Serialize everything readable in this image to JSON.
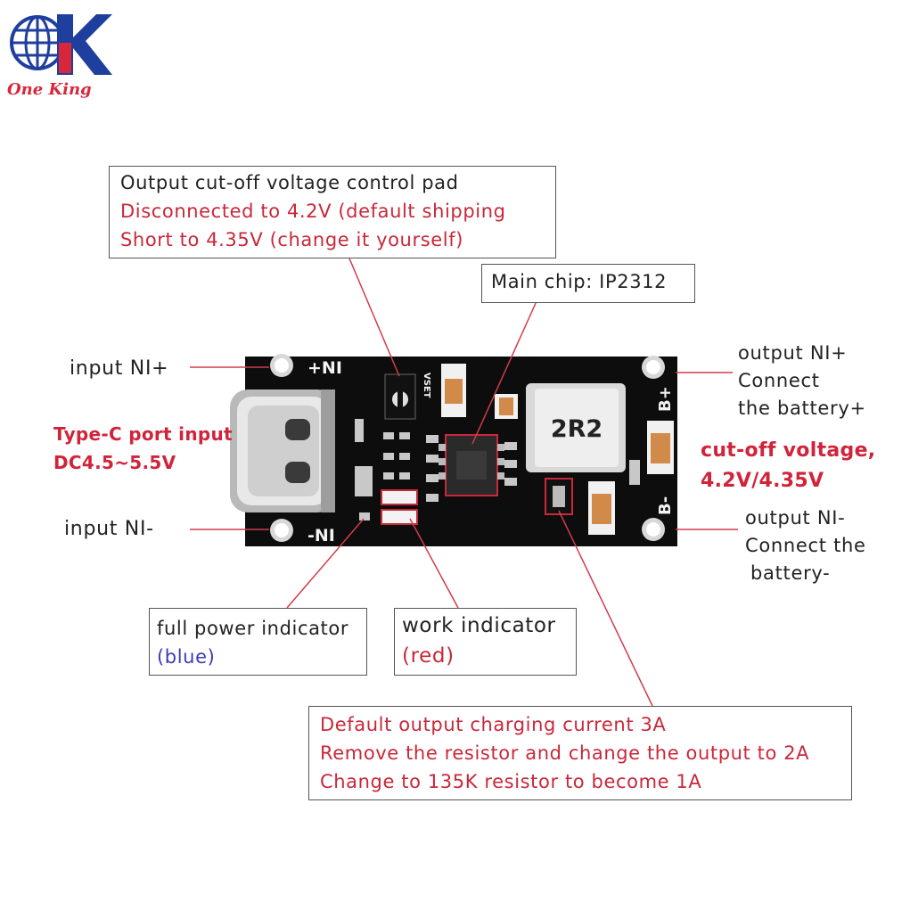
{
  "logo": {
    "name": "One King",
    "letters": "OK"
  },
  "callouts": {
    "cutoff_pad": {
      "lines": [
        {
          "text": "Output cut-off voltage control pad",
          "color": "black"
        },
        {
          "text": "Disconnected to 4.2V (default shipping",
          "color": "red"
        },
        {
          "text": "Short to 4.35V (change it yourself)",
          "color": "red"
        }
      ]
    },
    "main_chip": {
      "text": "Main chip: IP2312"
    },
    "full_power": {
      "lines": [
        {
          "text": "full power indicator",
          "color": "black"
        },
        {
          "text": "(blue)",
          "color": "blue"
        }
      ]
    },
    "work": {
      "lines": [
        {
          "text": "work indicator",
          "color": "black"
        },
        {
          "text": "(red)",
          "color": "red"
        }
      ]
    },
    "charging_current": {
      "lines": [
        {
          "text": "Default output charging current 3A",
          "color": "red"
        },
        {
          "text": "Remove the resistor and change the output to 2A",
          "color": "red"
        },
        {
          "text": "Change to 135K resistor to become 1A",
          "color": "red"
        }
      ]
    }
  },
  "labels": {
    "input_pos": "input NI+",
    "input_neg": "input NI-",
    "typec_1": "Type-C port input",
    "typec_2": "DC4.5~5.5V",
    "output_pos_1": "output NI+",
    "output_pos_2": "Connect",
    "output_pos_3": "the battery+",
    "cutoff_1": "cut-off voltage,",
    "cutoff_2": "4.2V/4.35V",
    "output_neg_1": "output NI-",
    "output_neg_2": "Connect the",
    "output_neg_3": "battery-"
  },
  "board_silkscreen": {
    "in_pos": "+NI",
    "in_neg": "-NI",
    "b_pos": "B+",
    "b_neg": "B-",
    "inductor": "2R2",
    "vset": "VSET"
  },
  "colors": {
    "callout_red": "#c8283a",
    "label_red": "#d0243a",
    "blue_text": "#3b3bb0",
    "board": "#0d0d0d",
    "pointer": "#d23c4a"
  }
}
